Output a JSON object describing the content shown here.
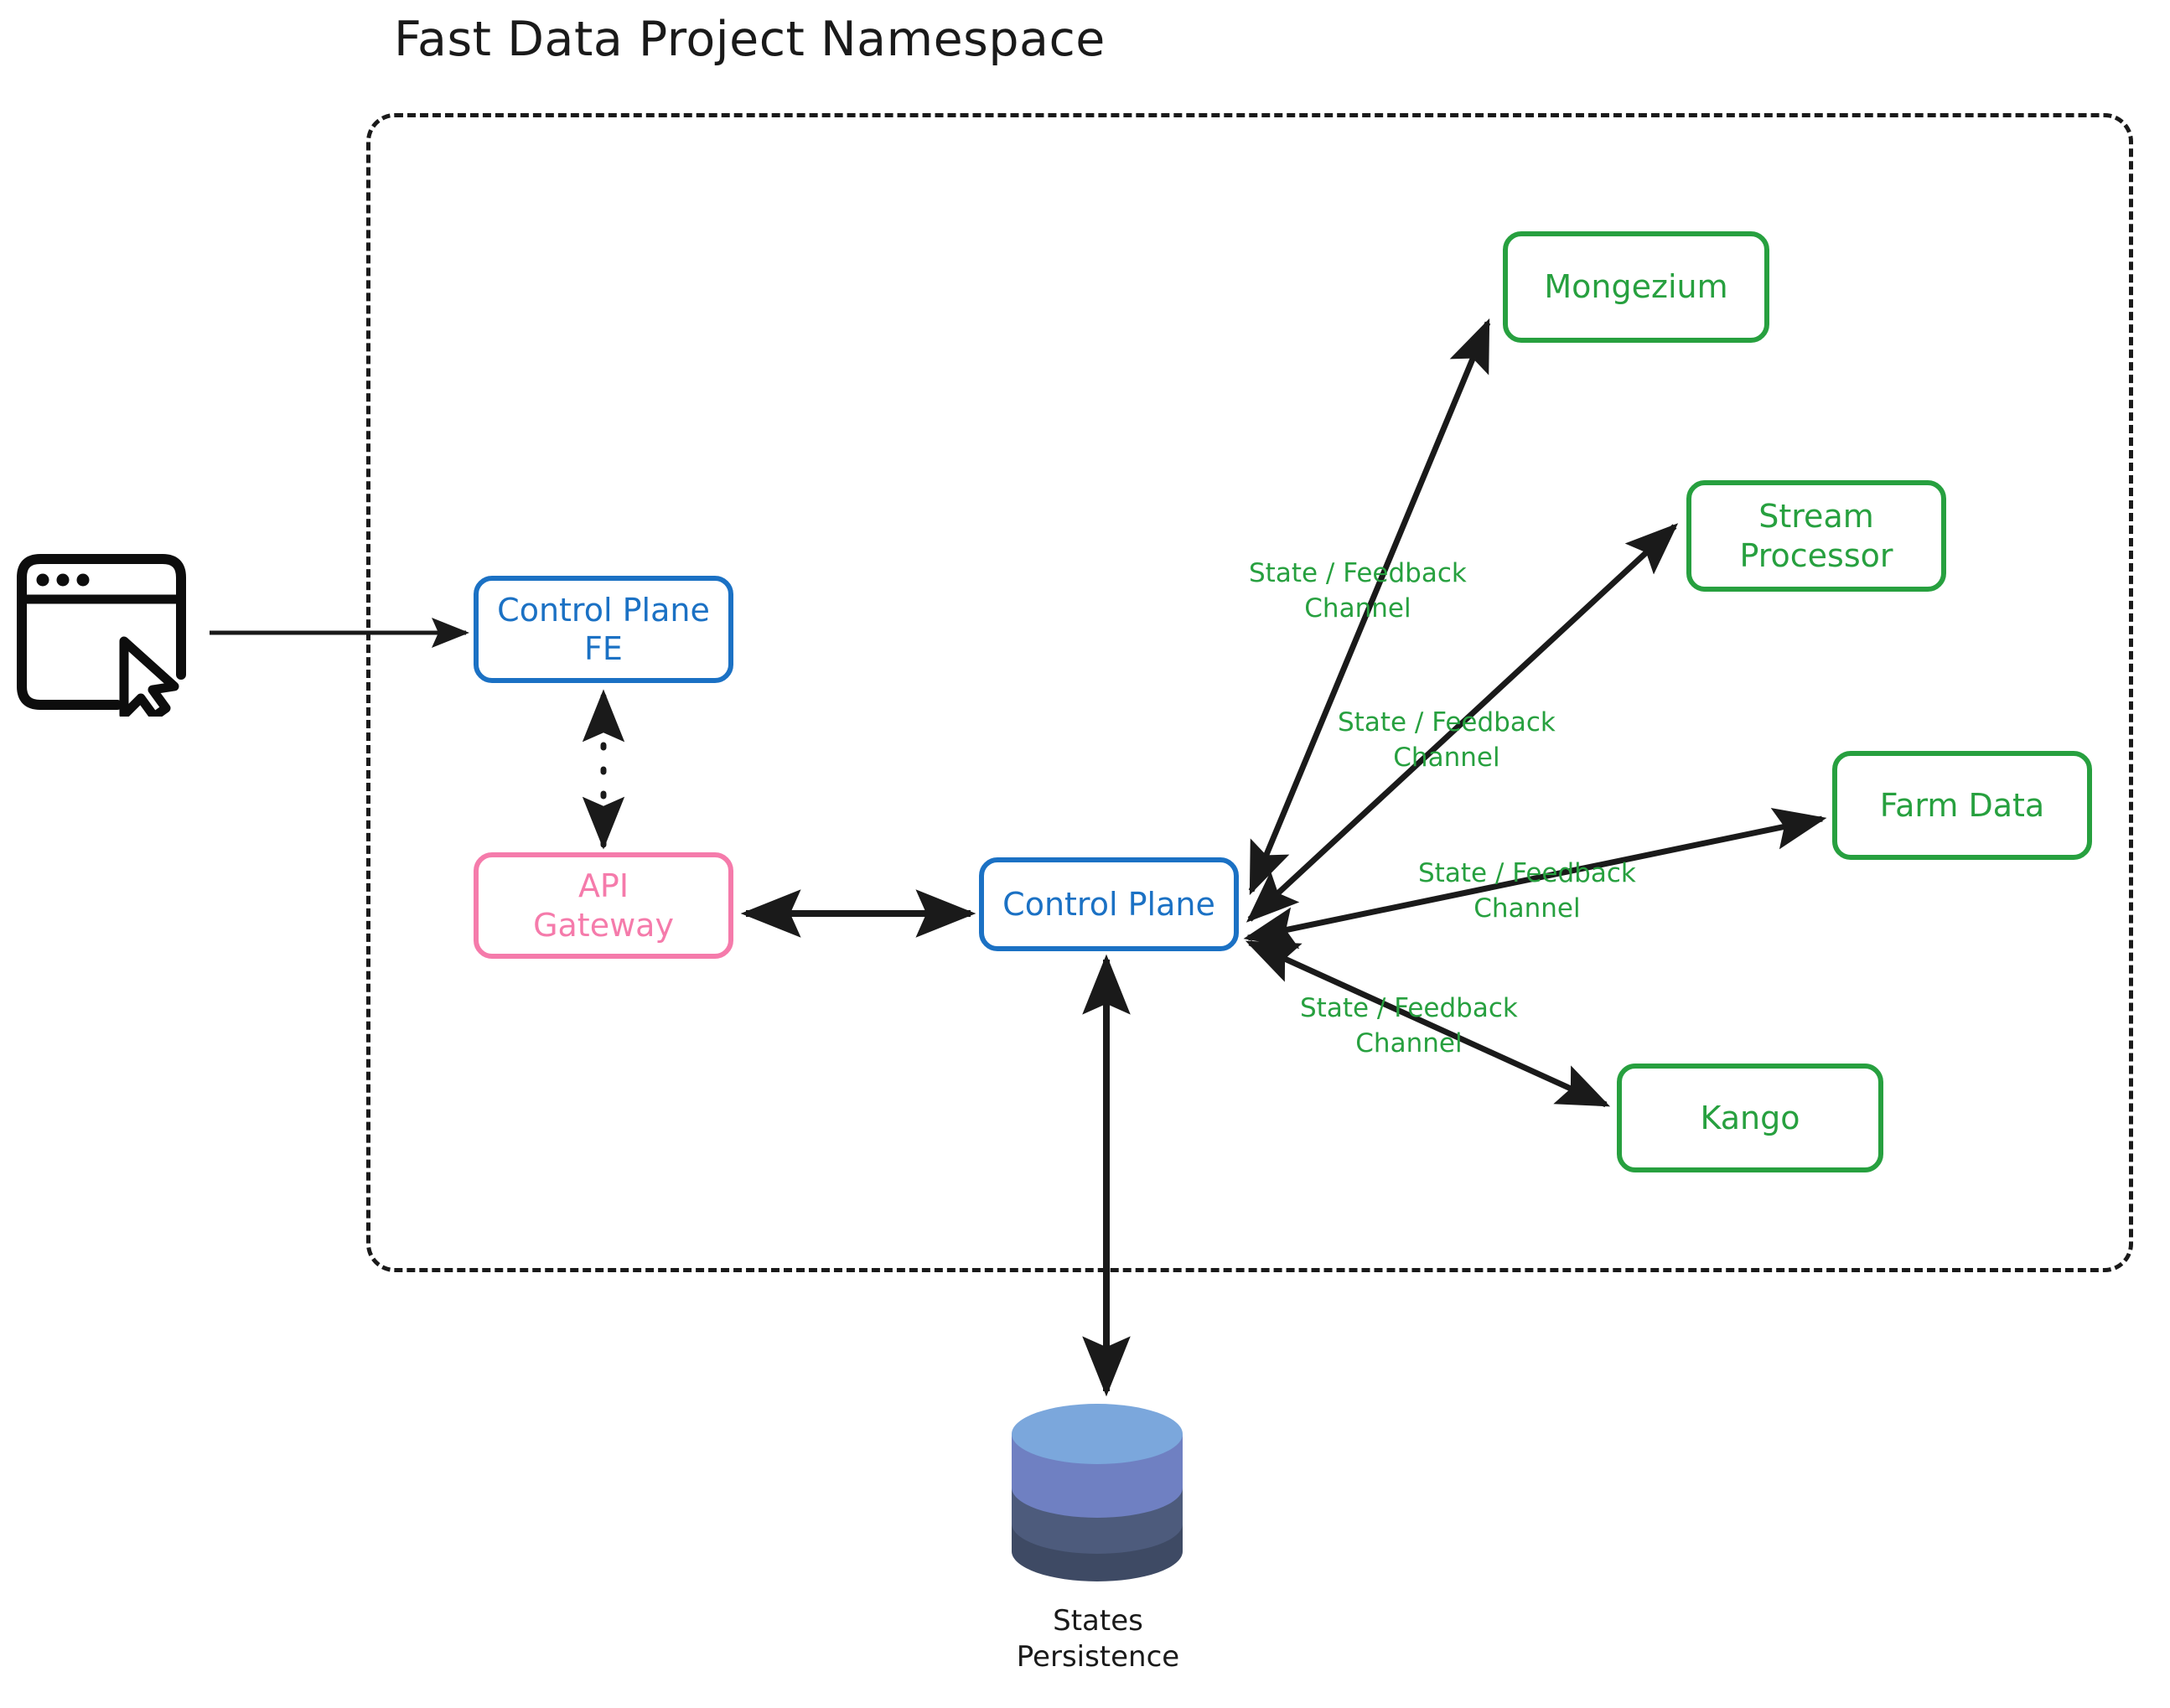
{
  "diagram": {
    "title": "Fast Data Project Namespace",
    "namespace_label": "Fast Data Project Namespace"
  },
  "nodes": {
    "browser": {
      "name": "browser-window-with-cursor",
      "label": ""
    },
    "control_plane_fe": {
      "label_line1": "Control Plane",
      "label_line2": "FE",
      "color": "#1b71c4"
    },
    "api_gateway": {
      "label_line1": "API",
      "label_line2": "Gateway",
      "color": "#f57bab"
    },
    "control_plane": {
      "label": "Control Plane",
      "color": "#1b71c4"
    },
    "mongezium": {
      "label": "Mongezium",
      "color": "#27a03f"
    },
    "stream_processor": {
      "label_line1": "Stream",
      "label_line2": "Processor",
      "color": "#27a03f"
    },
    "farm_data": {
      "label": "Farm Data",
      "color": "#27a03f"
    },
    "kango": {
      "label": "Kango",
      "color": "#27a03f"
    },
    "states_persistence": {
      "label_line1": "States",
      "label_line2": "Persistence",
      "color": "#1a1a1a"
    }
  },
  "edge_labels": {
    "mongezium": {
      "line1": "State / Feedback",
      "line2": "Channel"
    },
    "stream_processor": {
      "line1": "State / Feedback",
      "line2": "Channel"
    },
    "farm_data": {
      "line1": "State / Feedback",
      "line2": "Channel"
    },
    "kango": {
      "line1": "State / Feedback",
      "line2": "Channel"
    }
  },
  "colors": {
    "blue": "#1b71c4",
    "pink": "#f57bab",
    "green": "#27a03f",
    "ink": "#1a1a1a",
    "db_top": "#7ba7dc",
    "db_band1": "#6f80c2",
    "db_band2": "#4d5b7c",
    "db_band3": "#3e4a64"
  }
}
